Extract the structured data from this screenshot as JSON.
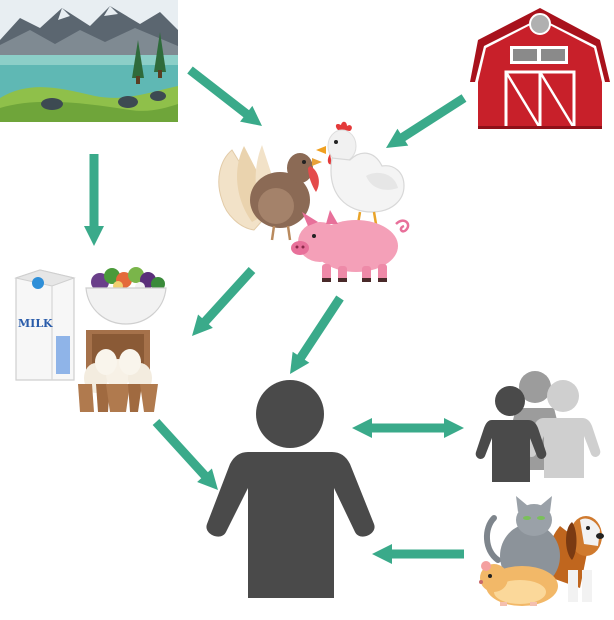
{
  "colors": {
    "arrow": "#3aaa8a",
    "person": "#4a4a4a",
    "person_light": "#9c9c9c",
    "person_lighter": "#cfcfcf",
    "barn": "#c8202a",
    "water": "#5fb8b4",
    "mountain": "#5b6670"
  },
  "nodes": [
    {
      "id": "landscape",
      "icon": "lake-mountain-icon"
    },
    {
      "id": "barn",
      "icon": "barn-icon"
    },
    {
      "id": "farm-animals",
      "icon": "farm-animals-icon"
    },
    {
      "id": "food",
      "icon": "food-icon"
    },
    {
      "id": "person",
      "icon": "person-icon"
    },
    {
      "id": "people",
      "icon": "group-icon"
    },
    {
      "id": "pets",
      "icon": "pets-icon"
    }
  ],
  "edges": [
    {
      "from": "landscape",
      "to": "farm-animals",
      "direction": "forward"
    },
    {
      "from": "barn",
      "to": "farm-animals",
      "direction": "forward"
    },
    {
      "from": "landscape",
      "to": "food",
      "direction": "forward"
    },
    {
      "from": "farm-animals",
      "to": "food",
      "direction": "forward"
    },
    {
      "from": "farm-animals",
      "to": "person",
      "direction": "forward"
    },
    {
      "from": "food",
      "to": "person",
      "direction": "forward"
    },
    {
      "from": "person",
      "to": "people",
      "direction": "both"
    },
    {
      "from": "pets",
      "to": "person",
      "direction": "forward"
    }
  ],
  "labels": {
    "milk": "MILK"
  }
}
